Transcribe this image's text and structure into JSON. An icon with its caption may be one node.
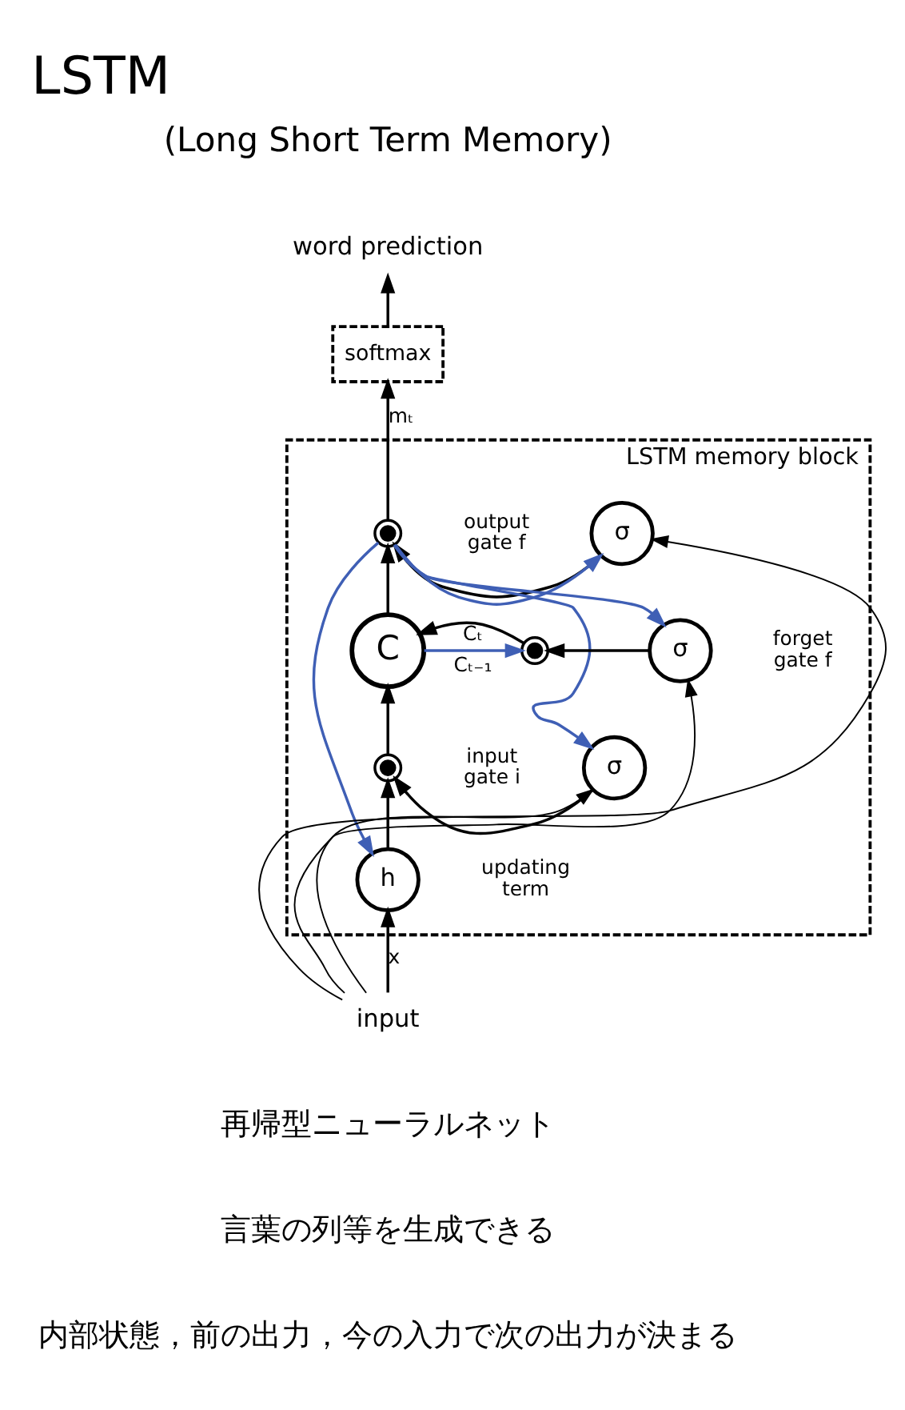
{
  "diagram": {
    "title": "LSTM",
    "nodes": [
      {
        "text": [
          "word prediction"
        ]
      },
      {
        "text": [
          "softmax"
        ]
      },
      {
        "text": [
          "LSTM memory block"
        ]
      },
      {
        "text": [
          "σ"
        ],
        "beside": [
          "output gate f"
        ],
        "in": 2
      },
      {
        "text": [],
        "shape": "circle",
        "in": 2
      },
      {
        "text": [
          "C"
        ],
        "in": 2
      },
      {
        "text": [],
        "shape": "circle",
        "in": 2
      },
      {
        "text": [
          "σ"
        ],
        "beside": [
          "forget gate f"
        ],
        "in": 2
      },
      {
        "text": [
          "σ"
        ],
        "beside": [
          "input gate i"
        ],
        "in": 2
      },
      {
        "text": [],
        "shape": "circle",
        "in": 2
      },
      {
        "text": [
          "h"
        ],
        "beside": [
          "updating term"
        ],
        "in": 2
      },
      {
        "text": [
          "input"
        ]
      }
    ],
    "edges": [
      {
        "from": 1,
        "to": 0,
        "arrow": "to"
      },
      {
        "from": 4,
        "to": 1,
        "arrow": "to",
        "label": "mₜ"
      },
      {
        "from": 3,
        "to": 4,
        "arrow": "to"
      },
      {
        "from": 5,
        "to": 4,
        "arrow": "to"
      },
      {
        "from": 5,
        "to": 6,
        "arrow": "to",
        "label": "Cₜ₋₁",
        "color": "#3f5fb5"
      },
      {
        "from": 6,
        "to": 5,
        "arrow": "to",
        "label": "Cₜ"
      },
      {
        "from": 7,
        "to": 6,
        "arrow": "to"
      },
      {
        "from": 8,
        "to": 9,
        "arrow": "to"
      },
      {
        "from": 9,
        "to": 5,
        "arrow": "to"
      },
      {
        "from": 10,
        "to": 9,
        "arrow": "to"
      },
      {
        "from": 11,
        "to": 10,
        "arrow": "to",
        "label": "x"
      },
      {
        "from": 11,
        "to": 3,
        "arrow": "to"
      },
      {
        "from": 11,
        "to": 8,
        "arrow": "to"
      },
      {
        "from": 11,
        "to": 7,
        "arrow": "to"
      },
      {
        "from": 4,
        "to": 3,
        "arrow": "to",
        "color": "#3f5fb5"
      },
      {
        "from": 4,
        "to": 8,
        "arrow": "to",
        "color": "#3f5fb5"
      },
      {
        "from": 4,
        "to": 7,
        "arrow": "to",
        "color": "#3f5fb5"
      },
      {
        "from": 4,
        "to": 10,
        "arrow": "to",
        "color": "#3f5fb5"
      }
    ],
    "labels": [
      "(Long Short Term Memory)",
      "再帰型ニューラルネット",
      "言葉の列等を生成できる",
      "内部状態，前の出力，今の入力で次の出力が決まる"
    ]
  }
}
